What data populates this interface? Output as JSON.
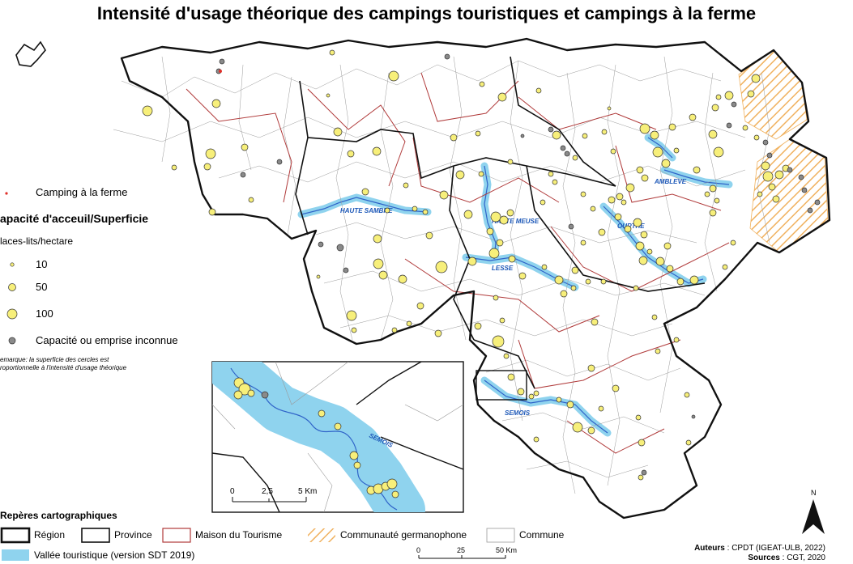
{
  "title": "Intensité d'usage théorique des campings touristiques et campings à la ferme",
  "legend": {
    "farm_camping": "Camping à la ferme",
    "capacity_title": "apacité d'acceuil/Superficie",
    "capacity_unit": "laces-lits/hectare",
    "classes": [
      "10",
      "50",
      "100"
    ],
    "unknown": "Capacité ou emprise inconnue",
    "note_line1": "emarque: la superficie des cercles est",
    "note_line2": "roportionnelle à l'intensité d'usage théorique"
  },
  "reperes": {
    "title": "Repères cartographiques",
    "region": "Région",
    "province": "Province",
    "maison": "Maison du Tourisme",
    "communaute": "Communauté germanophone",
    "commune": "Commune",
    "vallee": "Vallée touristique (version SDT 2019)"
  },
  "rivers": [
    "HAUTE SAMBRE",
    "HAUTE MEUSE",
    "LESSE",
    "AMBLEVE",
    "OURTHE",
    "SEMOIS"
  ],
  "inset": {
    "river": "SEMOIS",
    "scale": [
      "0",
      "2,5",
      "5 Km"
    ]
  },
  "scalebar": [
    "0",
    "25",
    "50 Km"
  ],
  "north": "N",
  "credits": {
    "authors_label": "Auteurs",
    "authors_value": " : CPDT (IGEAT-ULB, 2022)",
    "sources_label": "Sources",
    "sources_value": " : CGT, 2020"
  },
  "colors": {
    "camp_fill": "#f7ef7a",
    "unknown_fill": "#8a8a8a",
    "farm_dot": "#e0302a",
    "vallee": "#8fd3ee",
    "maison_line": "#b03a3a",
    "communaute_hatch": "#f0b15e"
  }
}
